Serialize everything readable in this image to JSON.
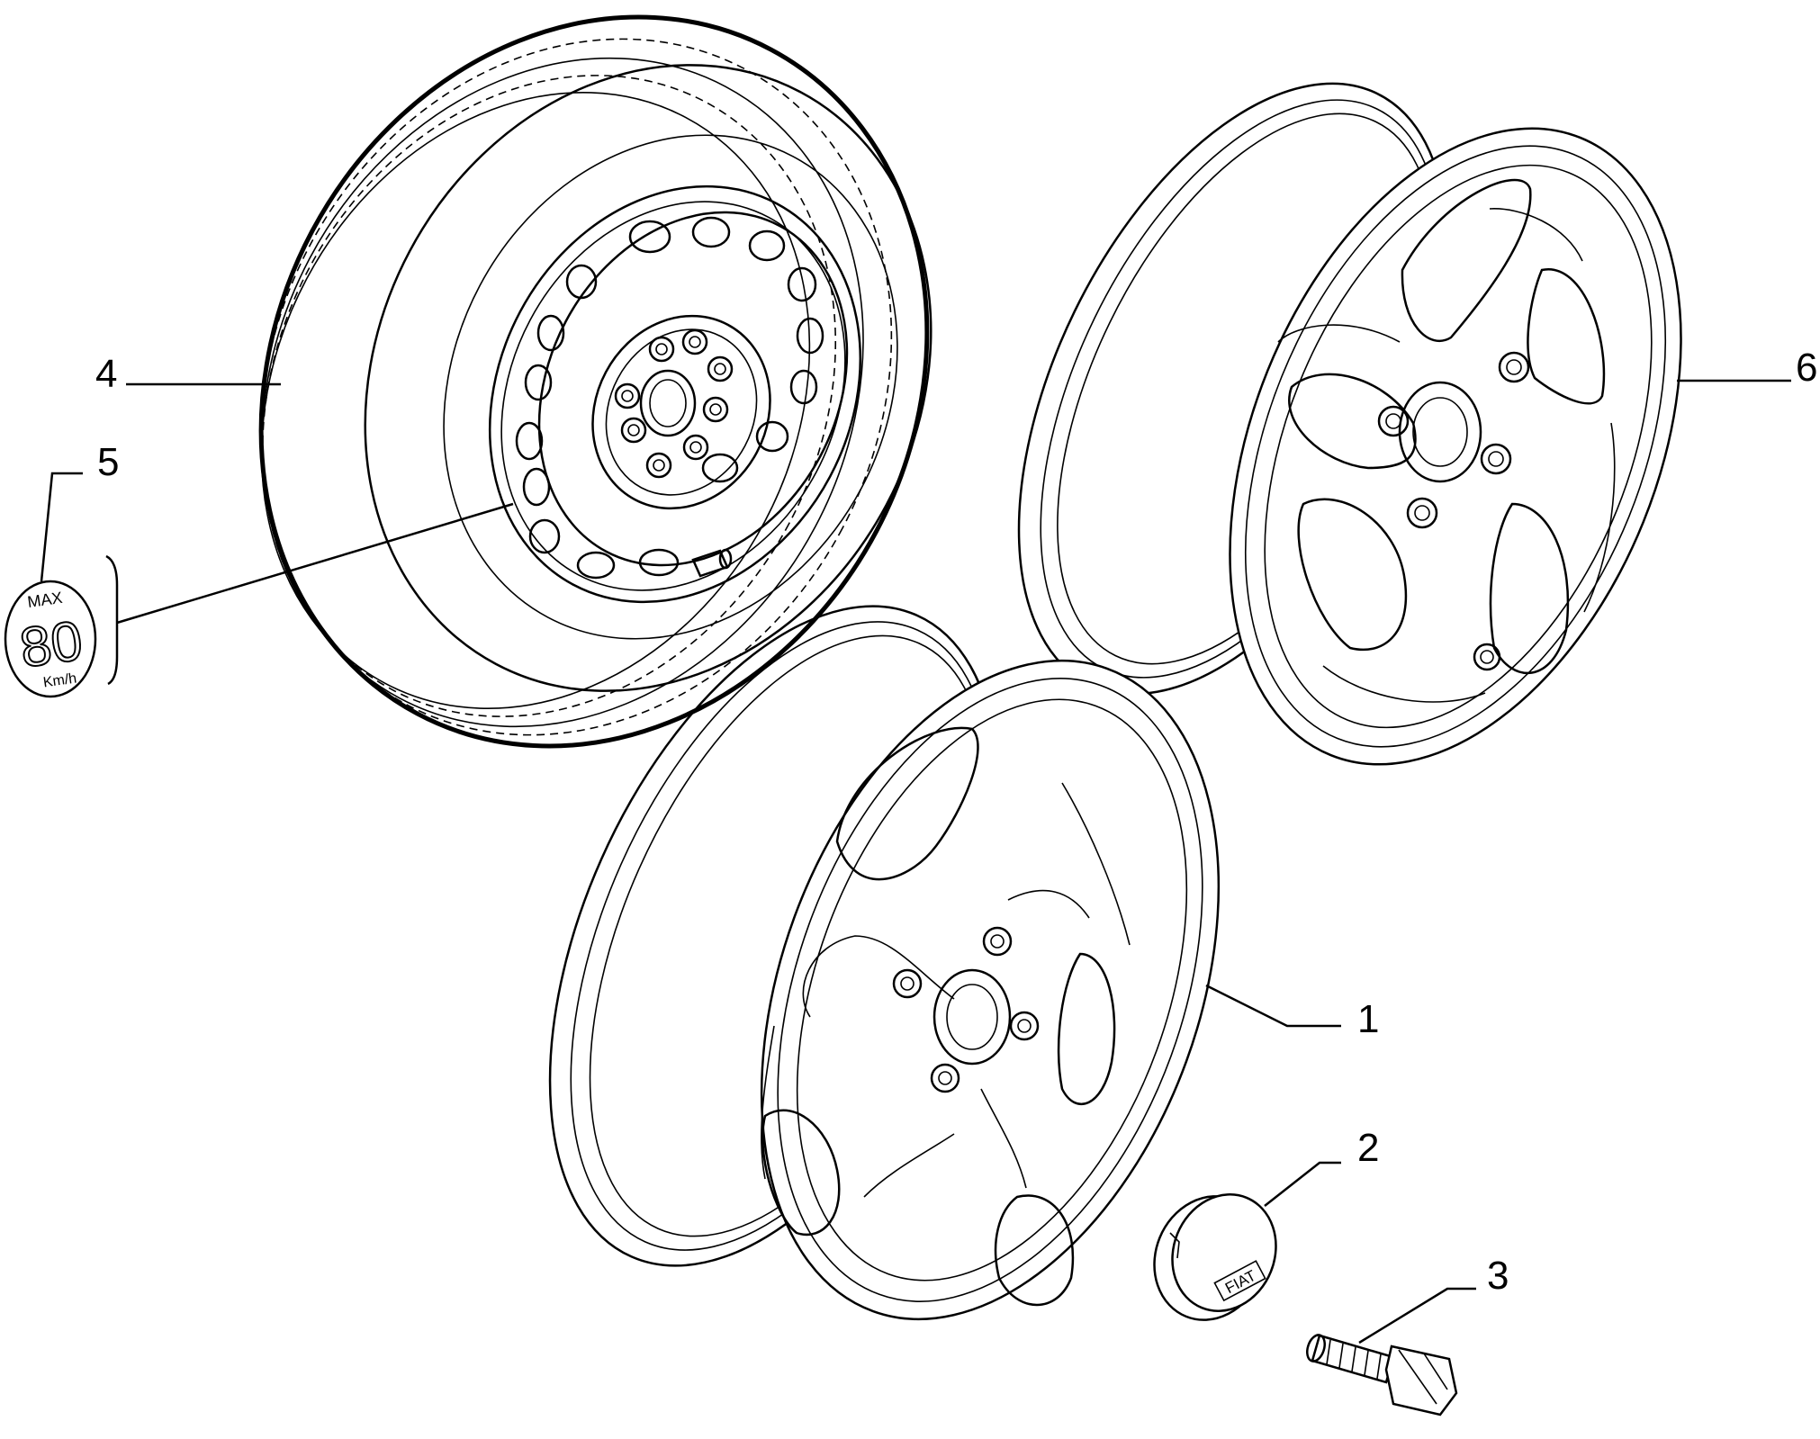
{
  "callouts": {
    "c1": "1",
    "c2": "2",
    "c3": "3",
    "c4": "4",
    "c5": "5",
    "c6": "6"
  },
  "label_sticker": {
    "line1": "MAX",
    "line2": "80",
    "line3": "Km/h"
  },
  "hubcap_logo": "FIAT"
}
